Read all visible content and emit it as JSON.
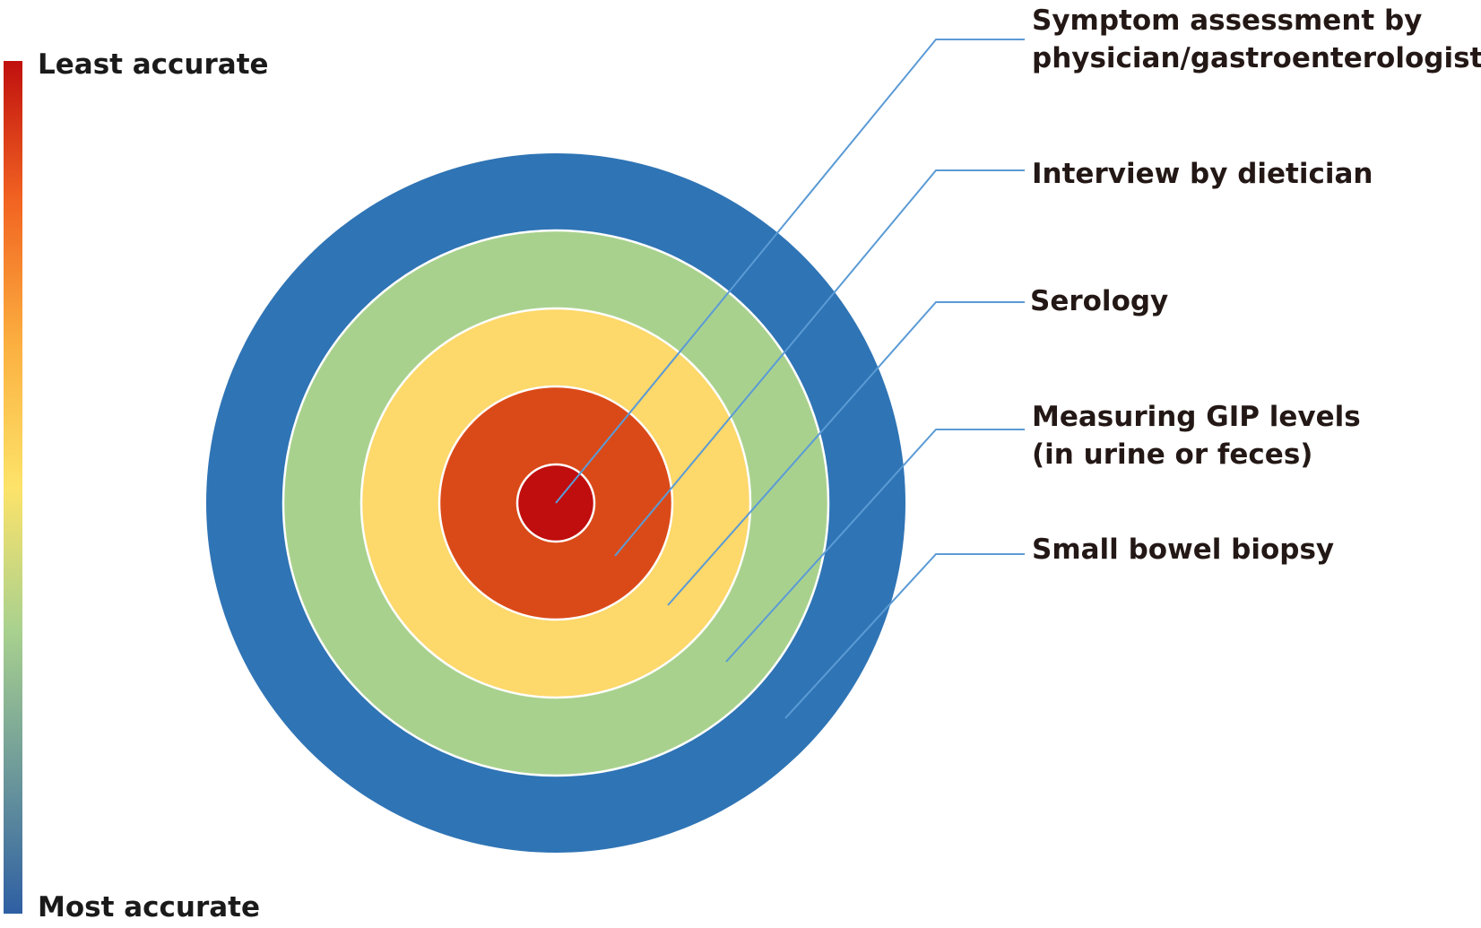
{
  "scale": {
    "top_label": "Least accurate",
    "bottom_label": "Most accurate",
    "gradient_colors": [
      "#c0100e",
      "#f26522",
      "#fbb040",
      "#fde36a",
      "#a9d18e",
      "#6e9a9a",
      "#2e5fa3"
    ]
  },
  "rings": [
    {
      "name": "Symptom assessment by physician/gastroenterologist",
      "color": "#c00d0d",
      "accuracy_rank": 1
    },
    {
      "name": "Interview by dietician",
      "color": "#da4a18",
      "accuracy_rank": 2
    },
    {
      "name": "Serology",
      "color": "#fdd86a",
      "accuracy_rank": 3
    },
    {
      "name": "Measuring GIP levels (in urine or feces)",
      "color": "#a9d18e",
      "accuracy_rank": 4
    },
    {
      "name": "Small bowel biopsy",
      "color": "#2f74b5",
      "accuracy_rank": 5
    }
  ],
  "callouts": [
    {
      "lines": [
        "Symptom assessment by",
        "physician/gastroenterologist"
      ]
    },
    {
      "lines": [
        "Interview by dietician"
      ]
    },
    {
      "lines": [
        "Serology"
      ]
    },
    {
      "lines": [
        "Measuring GIP levels",
        "(in urine or feces)"
      ]
    },
    {
      "lines": [
        "Small bowel biopsy"
      ]
    }
  ],
  "leader_color": "#5b9bd5"
}
